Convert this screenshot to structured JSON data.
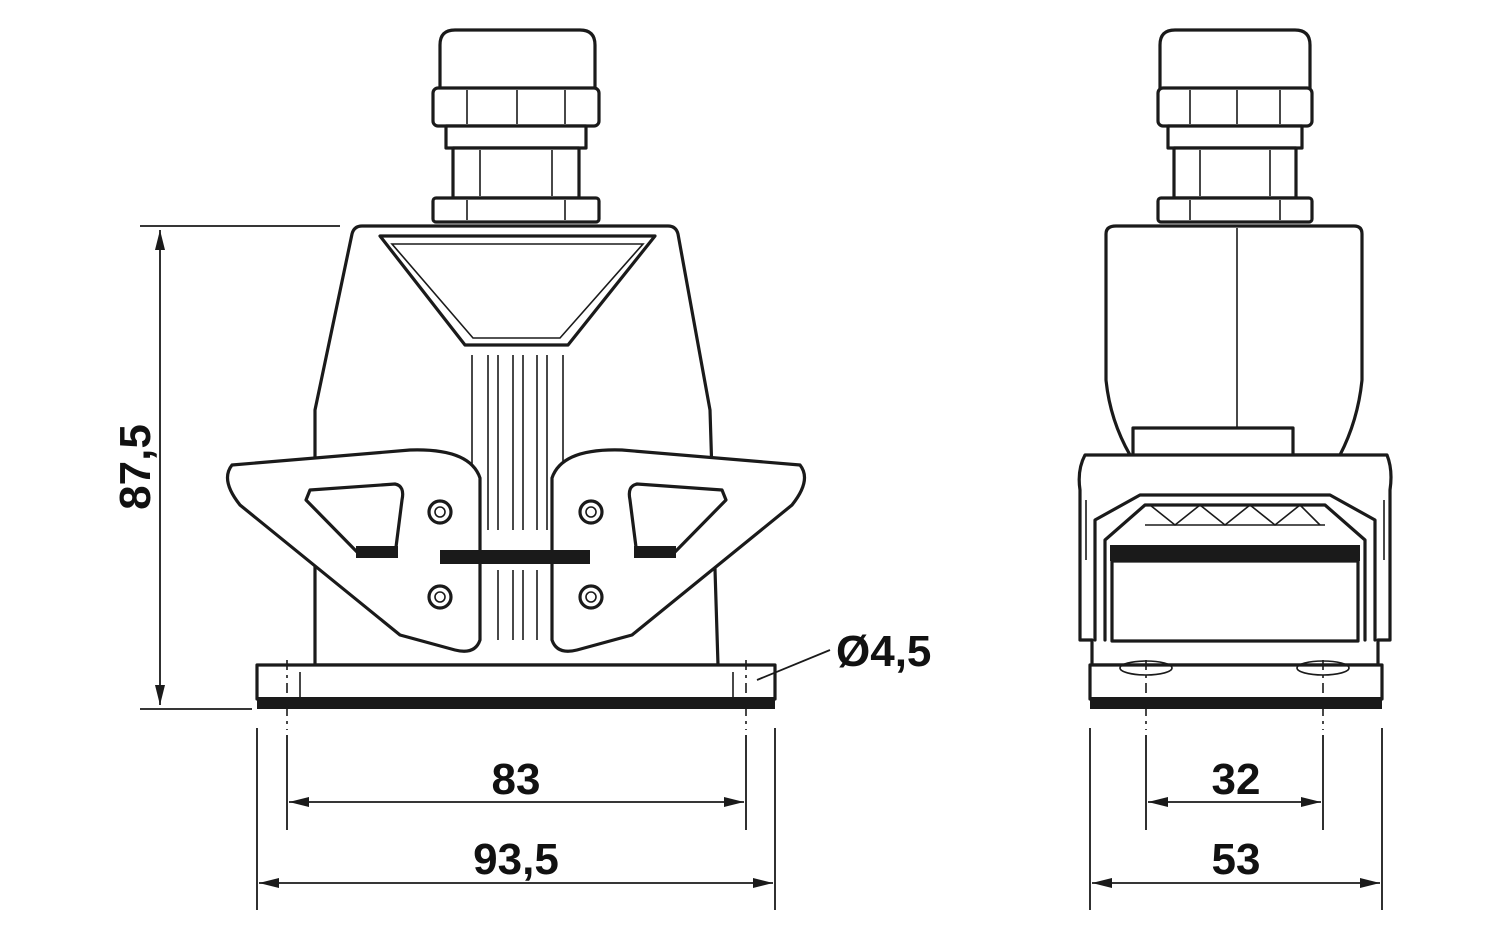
{
  "dimensions": {
    "height": "87,5",
    "hole_spacing_width": "83",
    "overall_width": "93,5",
    "hole_diameter": "Ø4,5",
    "hole_spacing_depth": "32",
    "overall_depth": "53"
  }
}
